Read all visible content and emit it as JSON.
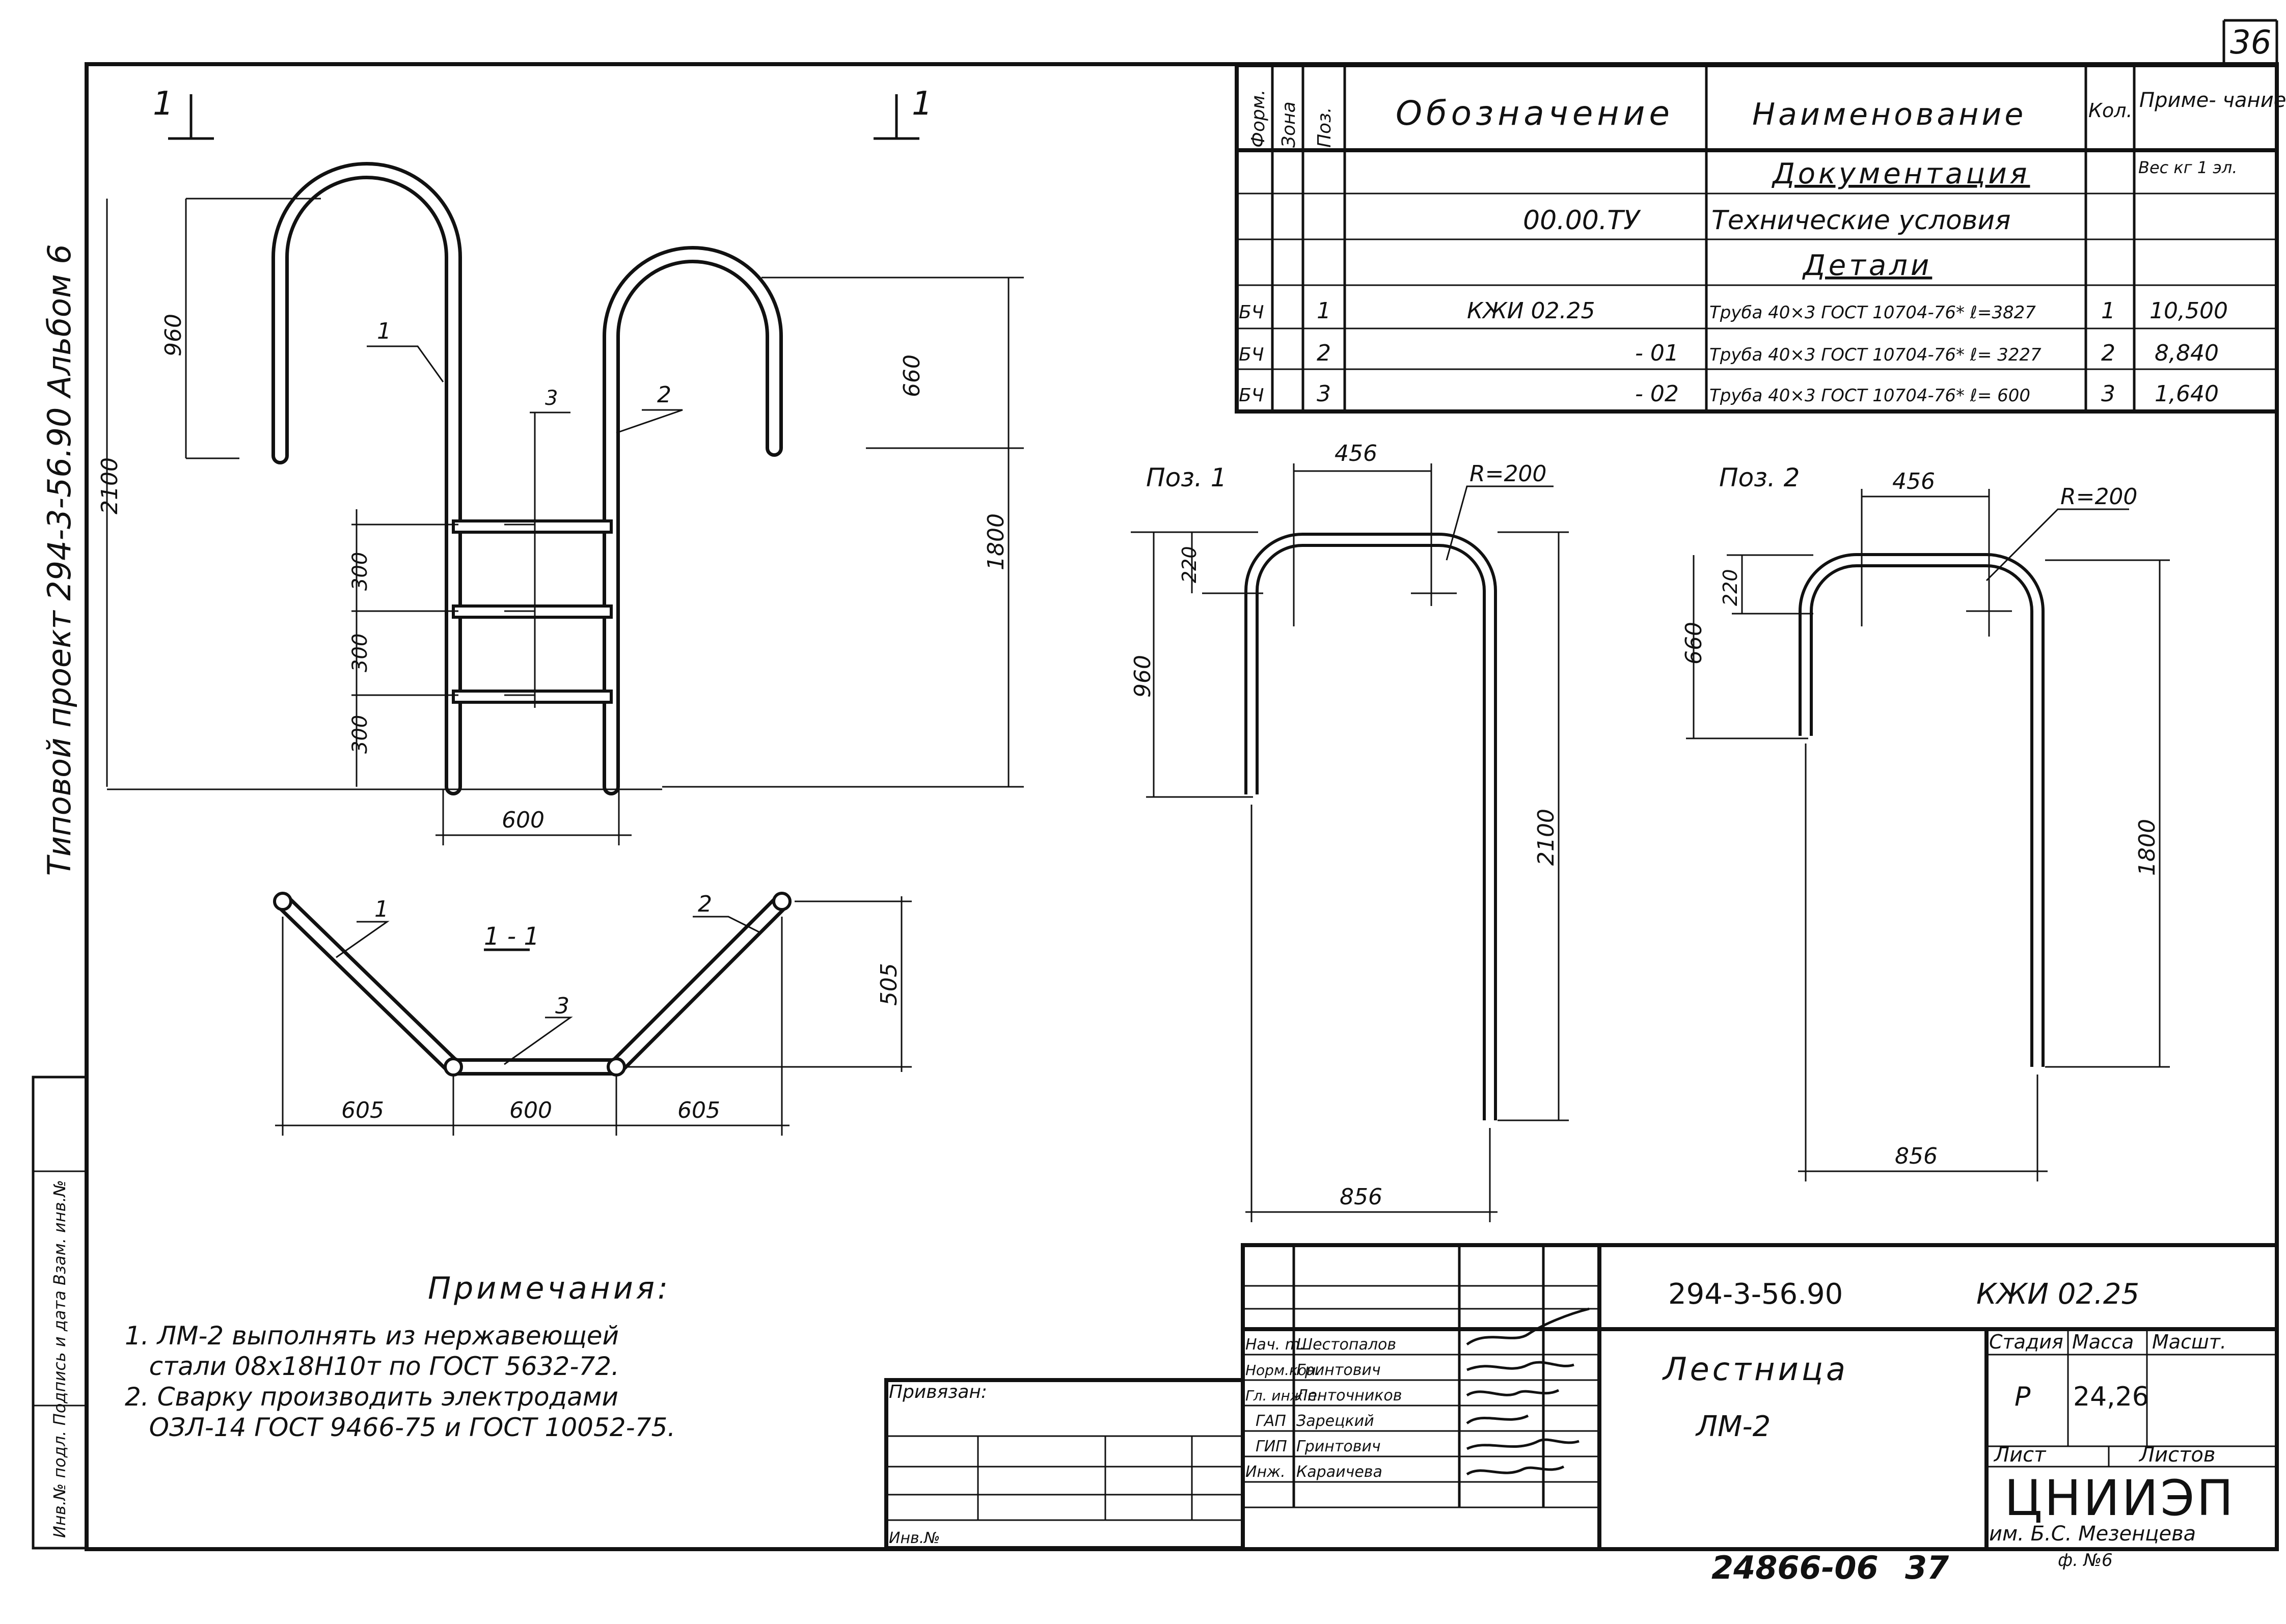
{
  "sheet": {
    "number": "36",
    "archive_number": "24866-06",
    "archive_page": "37"
  },
  "side_text": {
    "title": "Типовой   проект   294-3-56.90   Альбом 6",
    "stamp": "Инв.№ подл.   Подпись и дата   Взам. инв.№"
  },
  "spec_table": {
    "headers": {
      "format": "Форм.",
      "zone": "Зона",
      "pos": "Поз.",
      "designation": "Обозначение",
      "name": "Наименование",
      "qty": "Кол.",
      "note": "Приме- чание"
    },
    "rows": [
      {
        "format": "",
        "pos": "",
        "designation": "",
        "name": "Документация",
        "qty": "",
        "note": "Вес кг 1 эл.",
        "section": true
      },
      {
        "format": "",
        "pos": "",
        "designation": "00.00.ТУ",
        "name": "Технические условия",
        "qty": "",
        "note": "",
        "section": false
      },
      {
        "format": "",
        "pos": "",
        "designation": "",
        "name": "Детали",
        "qty": "",
        "note": "",
        "section": true
      },
      {
        "format": "БЧ",
        "pos": "1",
        "designation": "КЖИ  02.25",
        "name": "Труба 40×3 ГОСТ 10704-76* ℓ=3827",
        "qty": "1",
        "note": "10,500",
        "section": false
      },
      {
        "format": "БЧ",
        "pos": "2",
        "designation": "- 01",
        "name": "Труба 40×3 ГОСТ 10704-76* ℓ= 3227",
        "qty": "2",
        "note": "8,840",
        "section": false
      },
      {
        "format": "БЧ",
        "pos": "3",
        "designation": "- 02",
        "name": "Труба 40×3 ГОСТ 10704-76* ℓ= 600",
        "qty": "3",
        "note": "1,640",
        "section": false
      }
    ]
  },
  "main_view": {
    "section_mark": "1",
    "dims": {
      "d960": "960",
      "d2100": "2100",
      "d660": "660",
      "d1800": "1800",
      "d300a": "300",
      "d300b": "300",
      "d300c": "300",
      "d600": "600"
    },
    "pos": {
      "p1": "1",
      "p2": "2",
      "p3": "3"
    }
  },
  "section_view": {
    "title": "1 - 1",
    "dims": {
      "left": "605",
      "mid": "600",
      "right": "605",
      "height": "505"
    },
    "pos": {
      "p1": "1",
      "p2": "2",
      "p3": "3"
    }
  },
  "pos1": {
    "title": "Поз. 1",
    "d456": "456",
    "r": "R=200",
    "d220": "220",
    "d960": "960",
    "d2100": "2100",
    "d856": "856"
  },
  "pos2": {
    "title": "Поз. 2",
    "d456": "456",
    "r": "R=200",
    "d220": "220",
    "d660": "660",
    "d1800": "1800",
    "d856": "856"
  },
  "notes": {
    "title": "Примечания:",
    "lines": [
      "1. ЛМ-2 выполнять из нержавеющей",
      "   стали 08х18Н10т по ГОСТ 5632-72.",
      "2. Сварку производить электродами",
      "   ОЗЛ-14 ГОСТ 9466-75 и ГОСТ 10052-75."
    ]
  },
  "title_block": {
    "project_code": "294-3-56.90",
    "doc_code": "КЖИ  02.25",
    "item_name": "Лестница",
    "item_mark": "ЛМ-2",
    "stage_header": "Стадия",
    "mass_header": "Масса",
    "scale_header": "Масшт.",
    "stage": "Р",
    "mass": "24,26",
    "sheet_label": "Лист",
    "sheets_label": "Листов",
    "org": "ЦНИИЭП",
    "org_sub": "им. Б.С. Мезенцева",
    "branch": "ф. №6",
    "signers": [
      {
        "role": "Нач. m.",
        "name": "Шестопалов"
      },
      {
        "role": "Норм.кон.",
        "name": "Гринтович"
      },
      {
        "role": "Гл. инж.п.",
        "name": "Ленточников"
      },
      {
        "role": "ГАП",
        "name": "Зарецкий"
      },
      {
        "role": "ГИП",
        "name": "Гринтович"
      },
      {
        "role": "Инж.",
        "name": "Караичева"
      }
    ],
    "attached": "Привязан:",
    "inv": "Инв.№"
  }
}
